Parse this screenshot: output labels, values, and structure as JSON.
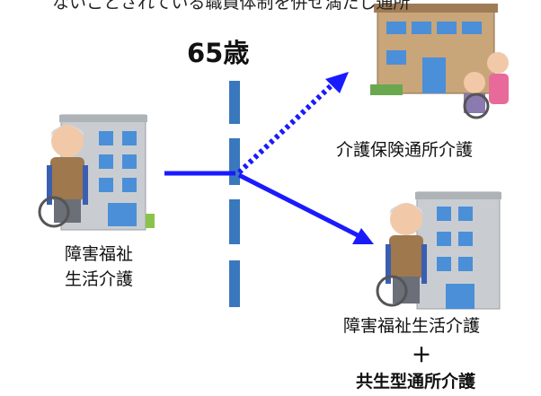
{
  "top_caption_cut": "ないことされている職員体制を併せ満たし通所",
  "age_label": "65歳",
  "current_service": {
    "line1": "障害福祉",
    "line2": "生活介護"
  },
  "option_a": {
    "label": "介護保険通所介護",
    "arrow_style": "dotted"
  },
  "option_b": {
    "line1": "障害福祉生活介護",
    "plus": "＋",
    "line2": "共生型通所介護",
    "arrow_style": "solid"
  },
  "colors": {
    "arrow": "#1a1aff",
    "divider": "#3a78bd",
    "building": "#c8ccd0",
    "window": "#4a8fd8"
  }
}
